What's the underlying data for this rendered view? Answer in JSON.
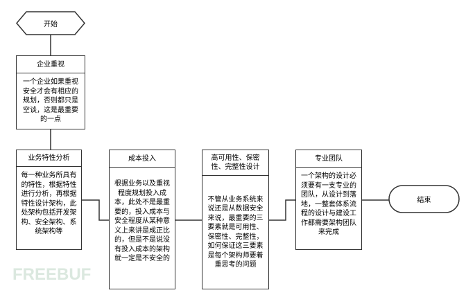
{
  "start": {
    "label": "开始"
  },
  "end": {
    "label": "结束"
  },
  "watermark": "FREEBUF",
  "boxes": [
    {
      "title": "企业重视",
      "body": "一个企业如果重视安全才会有相应的规划，否则都只是空谈，这是最重要的一点"
    },
    {
      "title": "业务特性分析",
      "body": "每一种业务所具有的特性，根据特性进行分析，再根据特性设计架构，此处架构包括开发架构、安全架构、系统架构等"
    },
    {
      "title": "成本投入",
      "body": "根据业务以及重视程度规划投入成本，此处不是最重要的，投入成本与安全程度从某种意义上来讲是成正比的，但是不是说没有投入成本的架构就一定是不安全的"
    },
    {
      "title": "高可用性、保密性、完整性设计",
      "body": "不管从业务系统来说还是从数据安全来说，最重要的三要素就是可用性、保密性、完整性，如何保证这三要素是每个架构师要着重思考的问题"
    },
    {
      "title": "专业团队",
      "body": "一个架构的设计必须要有一支专业的团队，从设计到落地，一整套体系流程的设计与建设工作都需要架构团队来完成"
    }
  ]
}
